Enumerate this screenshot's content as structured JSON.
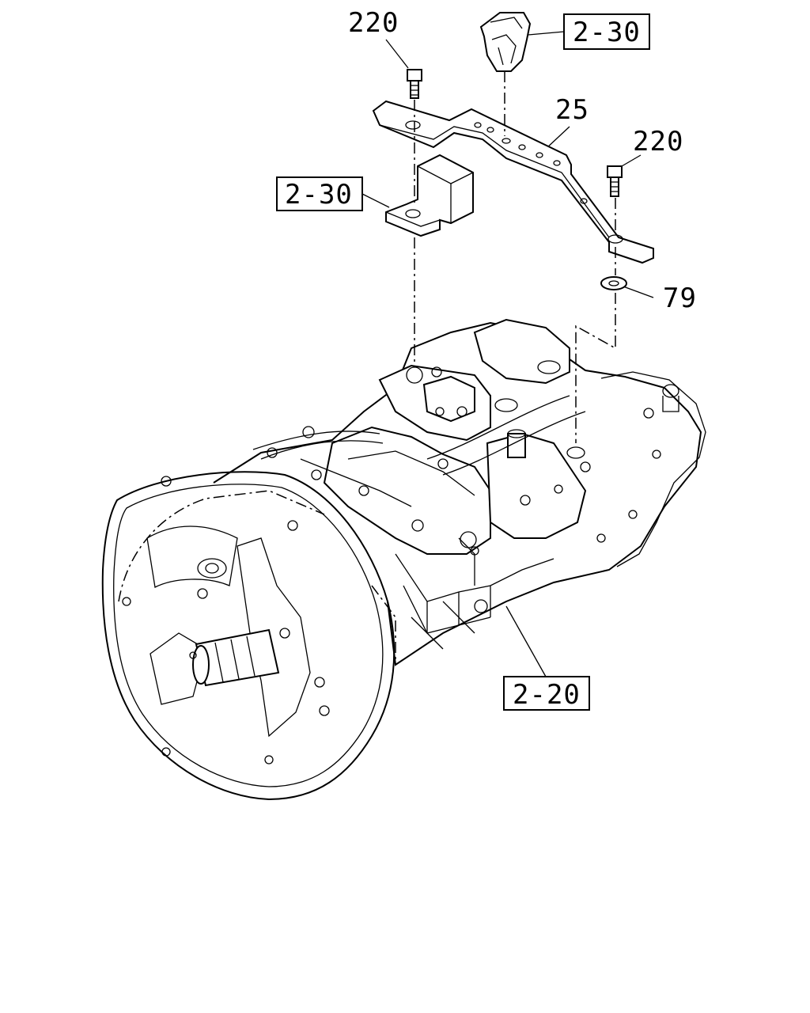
{
  "callouts": {
    "bolt_top_left": "220",
    "bolt_right": "220",
    "clip_ref": "2-30",
    "bracket": "25",
    "mount_ref": "2-30",
    "washer": "79",
    "transmission_ref": "2-20"
  }
}
